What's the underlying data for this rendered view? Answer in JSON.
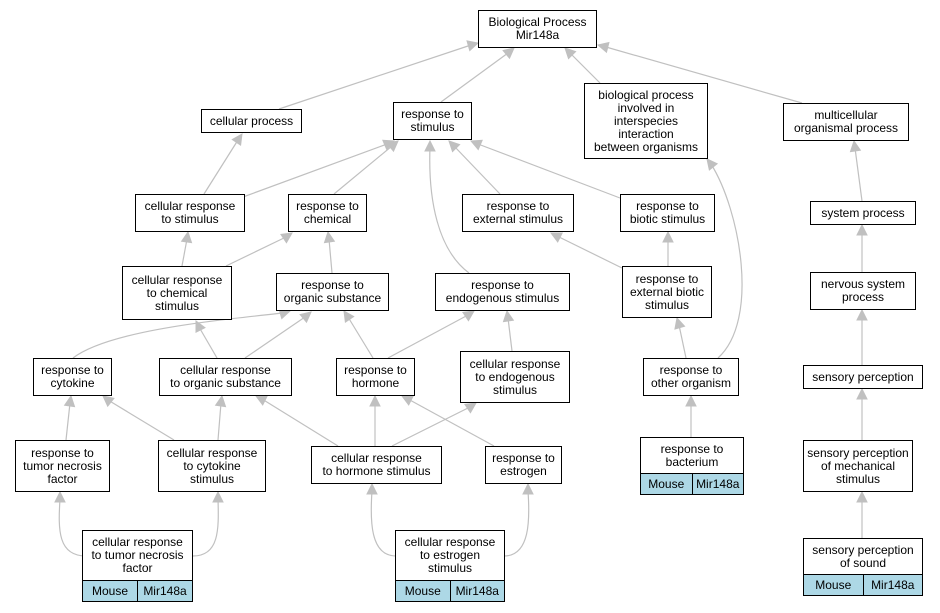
{
  "colors": {
    "edge": "#c0c0c0",
    "node_border": "#000000",
    "tag_fill": "#add8e6"
  },
  "nodes": {
    "bp": {
      "label": "Biological Process\nMir148a"
    },
    "cp": {
      "label": "cellular process"
    },
    "rs": {
      "label": "response to\nstimulus"
    },
    "bpi": {
      "label": "biological process\ninvolved in\ninterspecies\ninteraction\nbetween organisms"
    },
    "mop": {
      "label": "multicellular\norganismal process"
    },
    "crs": {
      "label": "cellular response\nto stimulus"
    },
    "rc": {
      "label": "response to\nchemical"
    },
    "res": {
      "label": "response to\nexternal stimulus"
    },
    "rbs": {
      "label": "response to\nbiotic stimulus"
    },
    "sp": {
      "label": "system process"
    },
    "crcs": {
      "label": "cellular response\nto chemical\nstimulus"
    },
    "ros": {
      "label": "response to\norganic substance"
    },
    "rend": {
      "label": "response to\nendogenous stimulus"
    },
    "rebs": {
      "label": "response to\nexternal biotic\nstimulus"
    },
    "nsp": {
      "label": "nervous system\nprocess"
    },
    "rcyt": {
      "label": "response to\ncytokine"
    },
    "cros": {
      "label": "cellular response\nto organic substance"
    },
    "rh": {
      "label": "response to\nhormone"
    },
    "cres": {
      "label": "cellular response\nto endogenous\nstimulus"
    },
    "roo": {
      "label": "response to\nother organism"
    },
    "spr": {
      "label": "sensory perception"
    },
    "rtnf": {
      "label": "response to\ntumor necrosis\nfactor"
    },
    "crcyt": {
      "label": "cellular response\nto cytokine\nstimulus"
    },
    "crh": {
      "label": "cellular response\nto hormone stimulus"
    },
    "re": {
      "label": "response to\nestrogen"
    },
    "rb": {
      "label": "response to\nbacterium",
      "tags": [
        "Mouse",
        "Mir148a"
      ]
    },
    "spm": {
      "label": "sensory perception\nof mechanical\nstimulus"
    },
    "crtnf": {
      "label": "cellular response\nto tumor necrosis\nfactor",
      "tags": [
        "Mouse",
        "Mir148a"
      ]
    },
    "cre": {
      "label": "cellular response\nto estrogen\nstimulus",
      "tags": [
        "Mouse",
        "Mir148a"
      ]
    },
    "sps": {
      "label": "sensory perception\nof sound",
      "tags": [
        "Mouse",
        "Mir148a"
      ]
    }
  }
}
